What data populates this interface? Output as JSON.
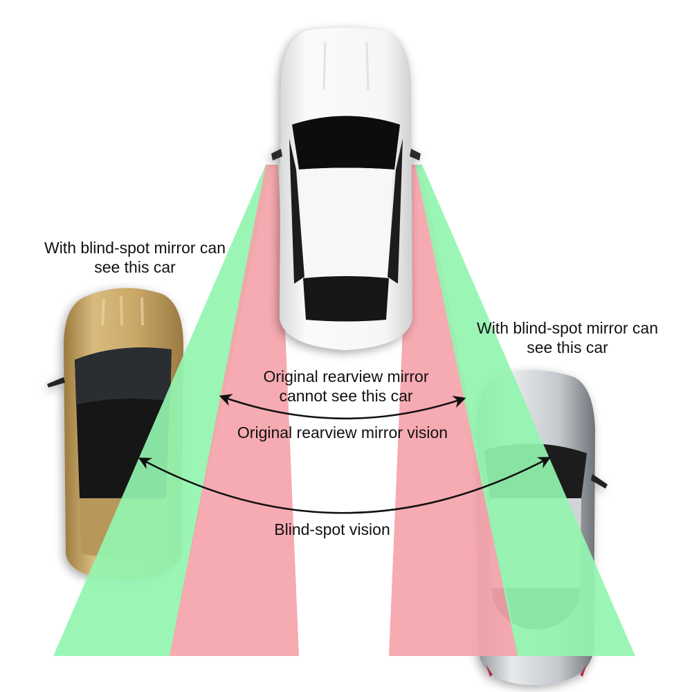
{
  "diagram": {
    "title": "Blind-spot mirror vision diagram",
    "colors": {
      "background": "#ffffff",
      "blind_spot_green": "#92f5b0",
      "rearview_red": "#f5a3aa",
      "text": "#111111",
      "arrow": "#111111",
      "car_main": "#f4f4f4",
      "car_left": "#c9a868",
      "car_right": "#b8bcc0"
    },
    "labels": {
      "left_car": {
        "line1": "With blind-spot mirror can",
        "line2": "see this car"
      },
      "right_car": {
        "line1": "With blind-spot mirror can",
        "line2": "see this car"
      },
      "center_car": {
        "line1": "Original rearview mirror",
        "line2": "cannot see this car"
      },
      "rearview_vision": "Original rearview mirror vision",
      "blind_spot_vision": "Blind-spot vision"
    },
    "elements": {
      "main_car": "white sedan (top view, driver's car)",
      "left_car": "gold hatchback (in left blind spot)",
      "right_car": "silver sedan (in right blind spot)",
      "arrows": [
        "rearview-vision arc (double-headed)",
        "blind-spot-vision arc (double-headed)"
      ]
    }
  }
}
